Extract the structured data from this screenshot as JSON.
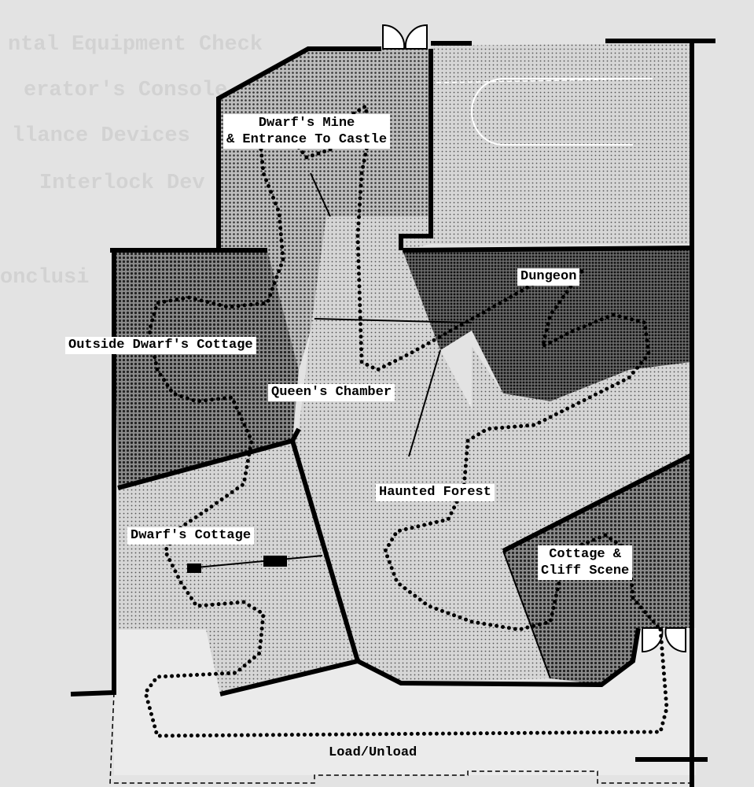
{
  "background_text": [
    "ntal Equipment Check",
    "erator's Console",
    "llance Devices",
    "Interlock Dev",
    "onclusi"
  ],
  "areas": {
    "dwarfs_mine": {
      "line1": "Dwarf's Mine",
      "line2": "& Entrance To Castle"
    },
    "dungeon": "Dungeon",
    "outside_cottage": "Outside Dwarf's Cottage",
    "queens_chamber": "Queen's Chamber",
    "haunted_forest": "Haunted Forest",
    "dwarfs_cottage": "Dwarf's Cottage",
    "cottage_cliff": {
      "line1": "Cottage &",
      "line2": "Cliff Scene"
    },
    "load_unload": "Load/Unload"
  }
}
